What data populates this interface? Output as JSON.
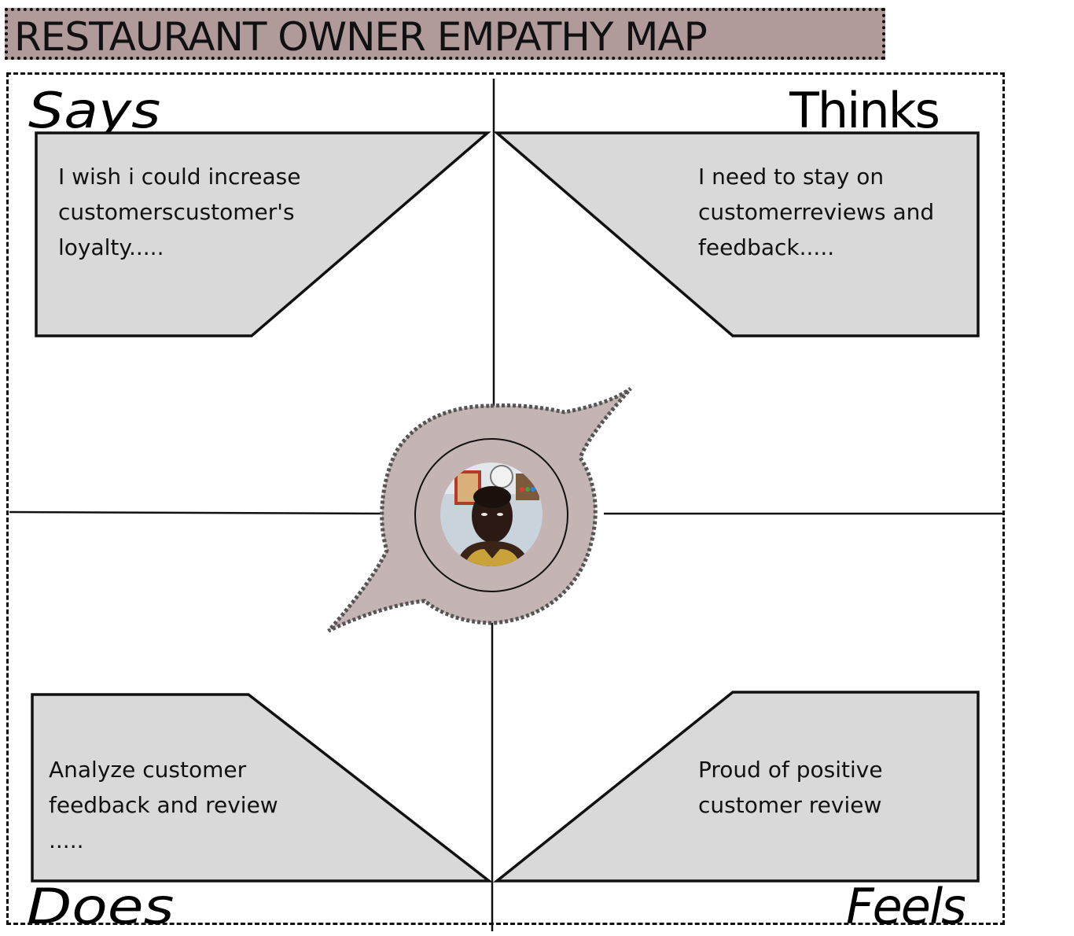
{
  "title": "RESTAURANT OWNER EMPATHY MAP",
  "quadrants": {
    "says": {
      "label": "Says",
      "lines": [
        "I wish i could increase",
        "customerscustomer's",
        "loyalty....."
      ]
    },
    "thinks": {
      "label": "Thinks",
      "lines": [
        "I need to stay on",
        "customerreviews and",
        "feedback....."
      ]
    },
    "does": {
      "label": "Does",
      "lines": [
        "Analyze customer",
        "feedback and review",
        "....."
      ]
    },
    "feels": {
      "label": "Feels",
      "lines": [
        "Proud of positive",
        "customer review"
      ]
    }
  },
  "colors": {
    "title_bg": "#b09a9a",
    "panel_fill": "#d9d9d9",
    "blob_fill": "#c4b4b4",
    "stroke": "#111111"
  },
  "center": {
    "icon": "person-photo"
  }
}
